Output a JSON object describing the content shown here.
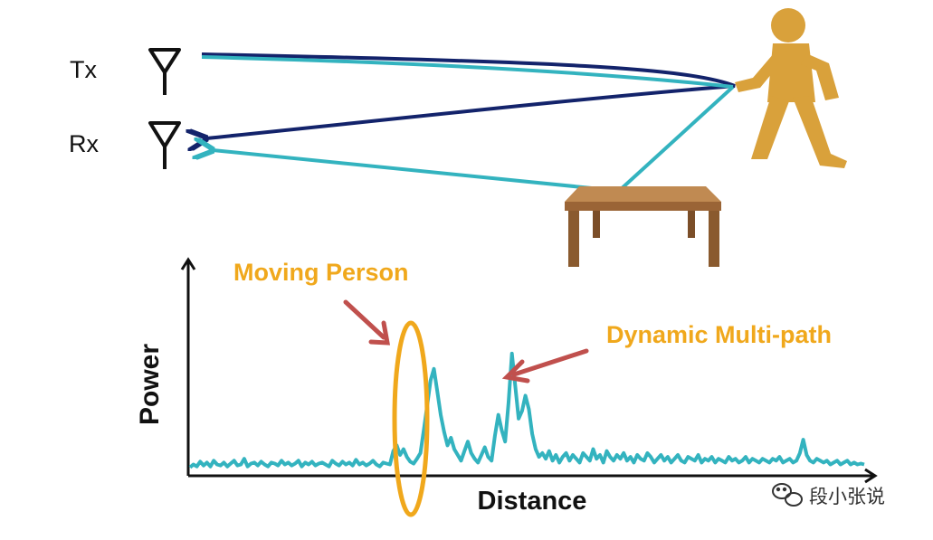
{
  "labels": {
    "tx": "Tx",
    "rx": "Rx",
    "moving_person": "Moving Person",
    "dynamic_multipath": "Dynamic Multi-path",
    "power": "Power",
    "distance": "Distance",
    "watermark": "段小张说"
  },
  "colors": {
    "orange": "#F0A81C",
    "teal": "#33B3BF",
    "navy": "#13236B",
    "arrow_red": "#C0504D",
    "person": "#D9A13B",
    "table_top": "#B07A45",
    "table_leg": "#8A5A2E",
    "axis": "#111111",
    "text": "#111111"
  },
  "chart_data": {
    "type": "line",
    "title": "",
    "xlabel": "Distance",
    "ylabel": "Power",
    "annotations": [
      "Moving Person",
      "Dynamic Multi-path"
    ],
    "series": [
      {
        "values": [
          0.25,
          0.4,
          0.3,
          0.55,
          0.35,
          0.5,
          0.3,
          0.6,
          0.4,
          0.35,
          0.5,
          0.3,
          0.45,
          0.6,
          0.35,
          0.4,
          0.7,
          0.3,
          0.45,
          0.5,
          0.35,
          0.55,
          0.4,
          0.3,
          0.5,
          0.45,
          0.35,
          0.6,
          0.4,
          0.5,
          0.35,
          0.45,
          0.6,
          0.3,
          0.5,
          0.4,
          0.55,
          0.35,
          0.45,
          0.5,
          0.4,
          0.3,
          0.6,
          0.45,
          0.35,
          0.55,
          0.4,
          0.5,
          0.35,
          0.65,
          0.4,
          0.5,
          0.35,
          0.45,
          0.6,
          0.4,
          0.3,
          0.5,
          0.45,
          0.4,
          1.1,
          1.4,
          0.9,
          1.2,
          0.8,
          0.55,
          0.45,
          0.7,
          1.0,
          2.2,
          3.5,
          4.8,
          5.4,
          4.2,
          3.0,
          2.1,
          1.4,
          1.8,
          1.2,
          0.9,
          0.6,
          1.1,
          1.6,
          1.0,
          0.7,
          0.5,
          0.9,
          1.3,
          0.8,
          0.6,
          1.9,
          3.0,
          2.2,
          1.6,
          3.6,
          6.2,
          4.5,
          2.8,
          3.2,
          4.0,
          3.3,
          2.0,
          1.2,
          0.8,
          1.0,
          0.7,
          1.1,
          0.6,
          0.9,
          0.5,
          0.8,
          1.0,
          0.6,
          0.9,
          0.7,
          0.5,
          1.0,
          0.8,
          0.6,
          1.2,
          0.7,
          0.9,
          0.5,
          1.1,
          0.8,
          0.6,
          0.9,
          0.7,
          1.0,
          0.6,
          0.8,
          0.5,
          0.9,
          0.7,
          0.6,
          1.0,
          0.8,
          0.5,
          0.7,
          0.9,
          0.6,
          0.8,
          0.5,
          0.7,
          0.9,
          0.6,
          0.5,
          0.8,
          0.7,
          0.6,
          0.9,
          0.5,
          0.7,
          0.6,
          0.8,
          0.5,
          0.7,
          0.6,
          0.5,
          0.8,
          0.6,
          0.7,
          0.5,
          0.6,
          0.8,
          0.5,
          0.7,
          0.6,
          0.5,
          0.7,
          0.6,
          0.5,
          0.7,
          0.6,
          0.8,
          0.5,
          0.6,
          0.7,
          0.5,
          0.6,
          1.0,
          1.7,
          0.9,
          0.6,
          0.5,
          0.7,
          0.6,
          0.5,
          0.6,
          0.4,
          0.5,
          0.6,
          0.4,
          0.5,
          0.6,
          0.4,
          0.5,
          0.4,
          0.45,
          0.4
        ]
      }
    ],
    "ylim": [
      0,
      7
    ],
    "grid": false,
    "legend": "none"
  }
}
